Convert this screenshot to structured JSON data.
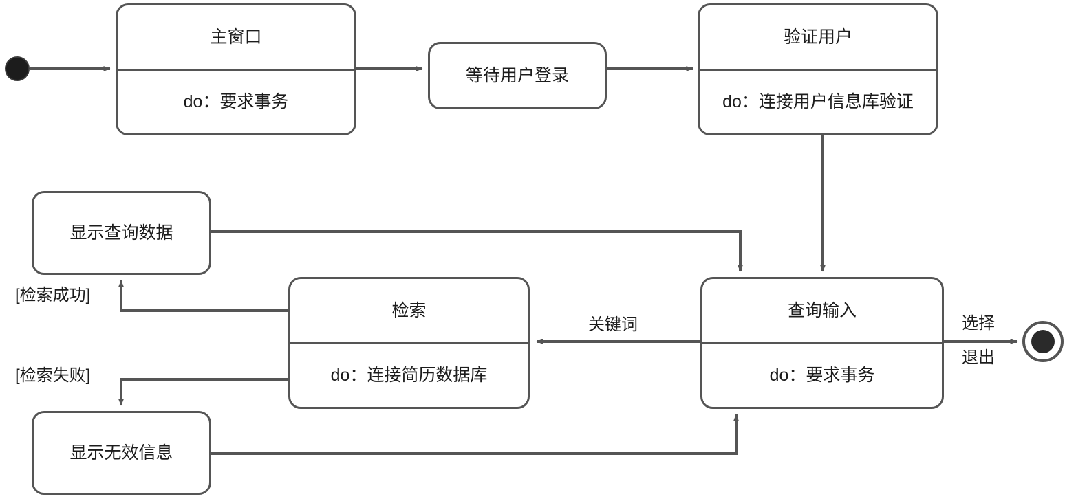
{
  "diagram": {
    "type": "uml-state-machine",
    "title": "",
    "stroke_color": "#555555",
    "text_color": "#1c1c1c",
    "background_color": "#ffffff"
  },
  "states": {
    "initial": {
      "name": "initial-state",
      "label": ""
    },
    "main_window": {
      "name": "主窗口",
      "activity": "do：要求事务"
    },
    "wait_login": {
      "name": "等待用户登录",
      "activity": ""
    },
    "verify_user": {
      "name": "验证用户",
      "activity": "do：连接用户信息库验证"
    },
    "show_query_data": {
      "name": "显示查询数据",
      "activity": ""
    },
    "search": {
      "name": "检索",
      "activity": "do：连接简历数据库"
    },
    "query_input": {
      "name": "查询输入",
      "activity": "do：要求事务"
    },
    "show_invalid_info": {
      "name": "显示无效信息",
      "activity": ""
    },
    "final": {
      "name": "final-state",
      "label": ""
    }
  },
  "transition_labels": {
    "search_success": "[检索成功]",
    "search_failure": "[检索失败]",
    "keyword": "关键词",
    "select": "选择",
    "exit": "退出"
  }
}
